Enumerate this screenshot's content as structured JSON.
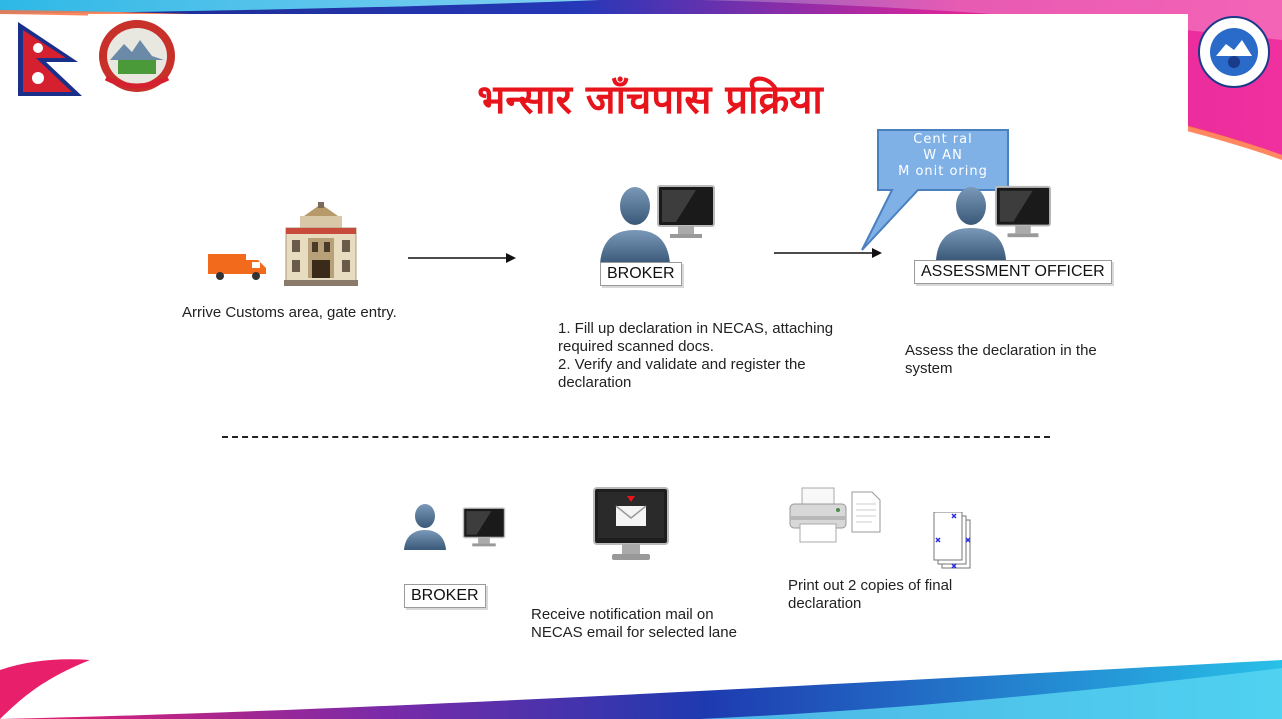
{
  "slide": {
    "title": "भन्सार जाँचपास प्रक्रिया",
    "colors": {
      "title": "#e8141b",
      "callout_fill": "#7fb1e6",
      "callout_border": "#4a7fc0"
    },
    "callout": {
      "lines": [
        "Cent ral",
        "W AN",
        "M onit oring"
      ]
    },
    "top_row": {
      "step1": {
        "icons": [
          "truck-icon",
          "customs-building-icon"
        ],
        "text": "Arrive Customs area, gate entry."
      },
      "step2": {
        "icons": [
          "person-icon",
          "monitor-icon"
        ],
        "label": "BROKER",
        "lines": [
          " 1. Fill up declaration in NECAS, attaching",
          "required scanned docs.",
          "2. Verify and validate and register the",
          "declaration"
        ]
      },
      "step3": {
        "icons": [
          "person-icon",
          "monitor-icon"
        ],
        "label": "ASSESSMENT OFFICER",
        "lines": [
          "Assess the declaration in the",
          "system"
        ]
      }
    },
    "bottom_row": {
      "step4": {
        "icons": [
          "person-icon",
          "monitor-icon"
        ],
        "label": "BROKER"
      },
      "step5": {
        "icons": [
          "mail-monitor-icon"
        ],
        "lines": [
          "Receive notification mail on",
          "NECAS email for selected lane"
        ]
      },
      "step6": {
        "icons": [
          "printer-icon",
          "document-icon",
          "document-stack-icon"
        ],
        "lines": [
          "Print out 2 copies of final",
          "declaration"
        ]
      }
    }
  }
}
